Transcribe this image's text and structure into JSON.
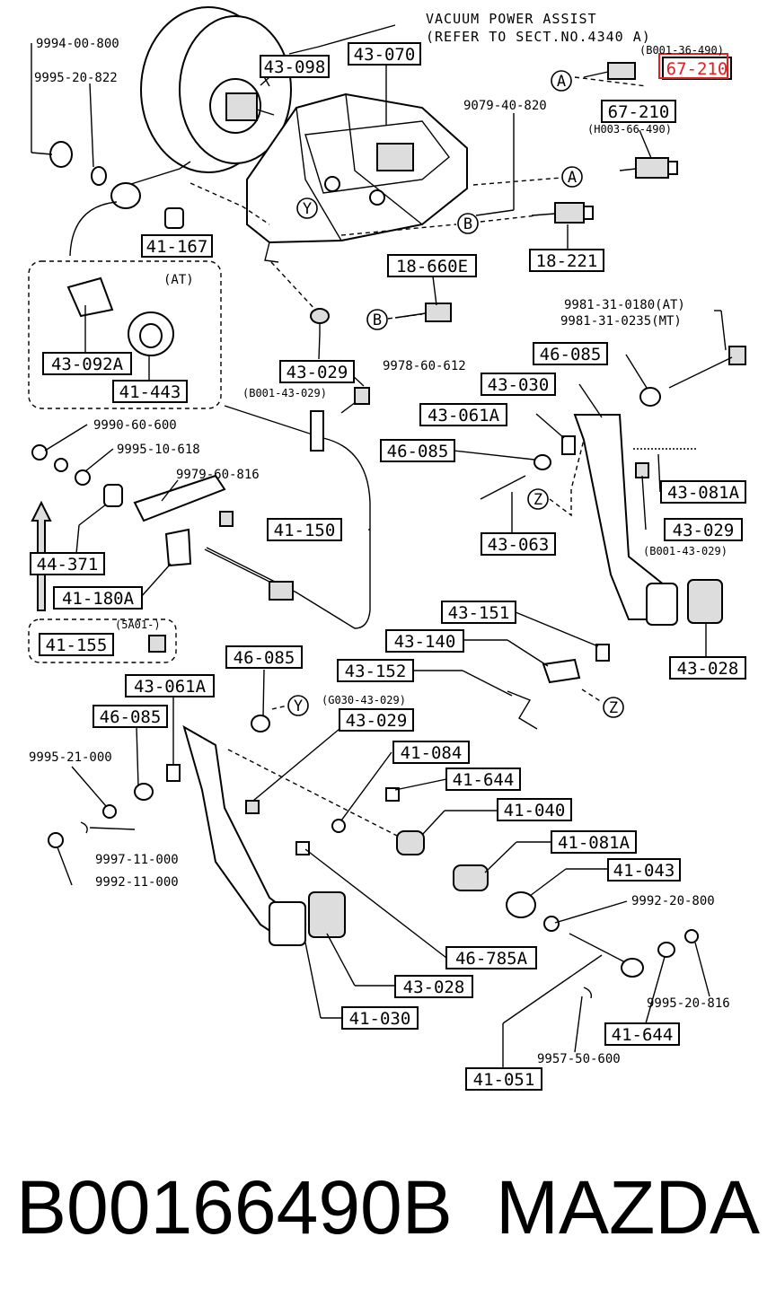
{
  "header": {
    "line1": "VACUUM POWER ASSIST",
    "line2": "(REFER TO SECT.NO.4340 A)"
  },
  "highlight_color": "#e02020",
  "boxed_labels": {
    "b43_098": "43-098",
    "b43_070": "43-070",
    "b67_210_top": "67-210",
    "b67_210": "67-210",
    "b41_167": "41-167",
    "b18_660e": "18-660E",
    "b18_221": "18-221",
    "b43_092a": "43-092A",
    "b41_443": "41-443",
    "b43_029_a": "43-029",
    "b46_085_a": "46-085",
    "b43_030": "43-030",
    "b43_061a_a": "43-061A",
    "b46_085_b": "46-085",
    "b43_081a": "43-081A",
    "b44_371": "44-371",
    "b41_150": "41-150",
    "b43_029_b": "43-029",
    "b43_063": "43-063",
    "b41_180a": "41-180A",
    "b41_155": "41-155",
    "b43_151": "43-151",
    "b43_140": "43-140",
    "b43_028_a": "43-028",
    "b46_085_c": "46-085",
    "b43_152": "43-152",
    "b43_061a_b": "43-061A",
    "b46_085_d": "46-085",
    "b43_029_c": "43-029",
    "b41_084": "41-084",
    "b41_644_a": "41-644",
    "b41_040": "41-040",
    "b41_081a": "41-081A",
    "b41_043": "41-043",
    "b46_785a": "46-785A",
    "b43_028_b": "43-028",
    "b41_030": "41-030",
    "b41_644_b": "41-644",
    "b41_051": "41-051"
  },
  "plain_labels": {
    "p9994_00_800": "9994-00-800",
    "p9995_20_822": "9995-20-822",
    "p9079_40_820": "9079-40-820",
    "p9981_31_0180": "9981-31-0180(AT)",
    "p9981_31_0235": "9981-31-0235(MT)",
    "p9978_60_612": "9978-60-612",
    "p9990_60_600": "9990-60-600",
    "p9995_10_618": "9995-10-618",
    "p9979_60_816": "9979-60-816",
    "p9995_21_000": "9995-21-000",
    "p9997_11_000": "9997-11-000",
    "p9992_11_000": "9992-11-000",
    "p9992_20_800": "9992-20-800",
    "p9995_20_816": "9995-20-816",
    "p9957_50_600": "9957-50-600"
  },
  "notes": {
    "n_b001_36_490": "(B001-36-490)",
    "n_h003_66_490": "(H003-66-490)",
    "n_b001_43_029_a": "(B001-43-029)",
    "n_b001_43_029_b": "(B001-43-029)",
    "n_g030_43_029": "(G030-43-029)",
    "n_at": "(AT)",
    "n_5a01": "(5A01-)"
  },
  "callout_letters": {
    "a1": "A",
    "a2": "A",
    "b1": "B",
    "b2": "B",
    "y1": "Y",
    "y2": "Y",
    "z1": "Z",
    "z2": "Z"
  },
  "footer": {
    "part_number": "B00166490B",
    "brand": "MAZDA"
  }
}
